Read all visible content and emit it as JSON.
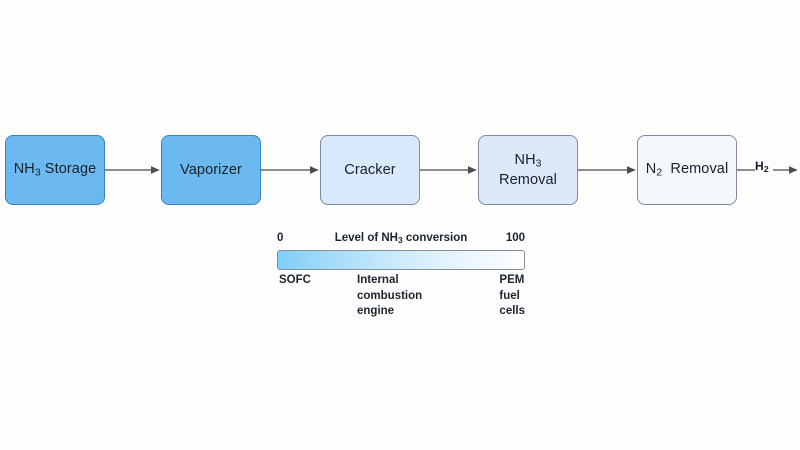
{
  "diagram": {
    "type": "process-flow",
    "title": "",
    "nodes": [
      {
        "id": "nh3-storage",
        "label_html": "NH<sub>3</sub> Storage",
        "label": "NH3 Storage",
        "fill": "#6cb9f0",
        "stroke": "#3d7fb8"
      },
      {
        "id": "vaporizer",
        "label_html": "Vaporizer",
        "label": "Vaporizer",
        "fill": "#6cb9f0",
        "stroke": "#3d7fb8"
      },
      {
        "id": "cracker",
        "label_html": "Cracker",
        "label": "Cracker",
        "fill": "#dae8fc",
        "stroke": "#7d8b9e"
      },
      {
        "id": "nh3-removal",
        "label_html": "NH<sub>3</sub><br>Removal",
        "label": "NH3 Removal",
        "fill": "#dde9fb",
        "stroke": "#7d8b9e"
      },
      {
        "id": "n2-removal",
        "label_html": "N<sub>2</sub>&nbsp; Removal",
        "label": "N2 Removal",
        "fill": "#f4f8fd",
        "stroke": "#7d8b9e"
      }
    ],
    "connectors": [
      {
        "from": "nh3-storage",
        "to": "vaporizer"
      },
      {
        "from": "vaporizer",
        "to": "cracker"
      },
      {
        "from": "cracker",
        "to": "nh3-removal"
      },
      {
        "from": "nh3-removal",
        "to": "n2-removal"
      },
      {
        "from": "n2-removal",
        "to": "outlet"
      }
    ],
    "connector_color": "#4d4d4d",
    "outlet_label_html": "H<sub>2</sub>",
    "outlet_label": "H2"
  },
  "legend": {
    "scale_min": "0",
    "scale_max": "100",
    "title_html": "Level of NH<sub>3</sub> conversion",
    "title": "Level of NH3 conversion",
    "gradient_from": "#7fcdf5",
    "gradient_to": "#ffffff",
    "annotations": {
      "left": "SOFC",
      "center_html": "Internal<br>combustion<br>engine",
      "center": "Internal combustion engine",
      "right_html": "PEM<br>fuel<br>cells",
      "right": "PEM fuel cells"
    }
  }
}
